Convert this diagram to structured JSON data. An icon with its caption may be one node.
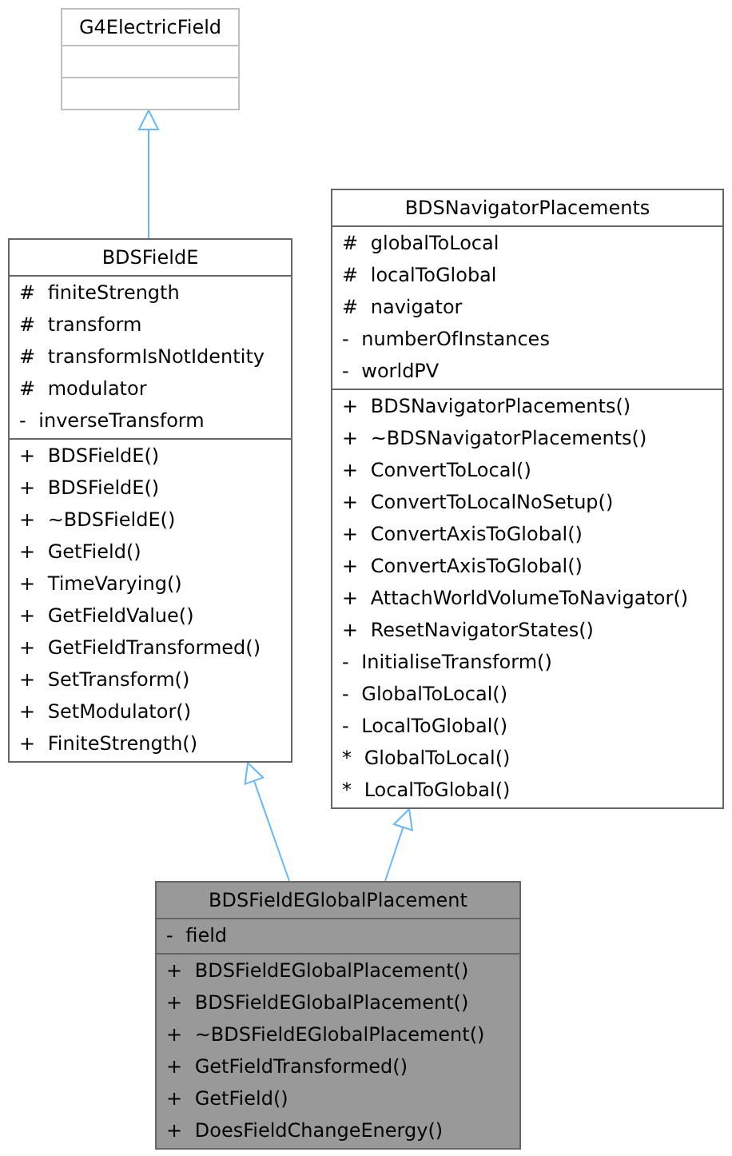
{
  "diagram": {
    "nodes": [
      {
        "text": [
          "G4ElectricField"
        ]
      },
      {
        "text": [],
        "shape": "box",
        "in": 0
      },
      {
        "text": [],
        "shape": "box",
        "in": 0
      },
      {
        "text": [
          "BDSFieldE"
        ]
      },
      {
        "text": [
          "# finiteStrength",
          "# transform",
          "# transformIsNotIdentity",
          "# modulator",
          "- inverseTransform"
        ],
        "in": 3
      },
      {
        "text": [
          "+ BDSFieldE()",
          "+ BDSFieldE()",
          "+ ~BDSFieldE()",
          "+ GetField()",
          "+ TimeVarying()",
          "+ GetFieldValue()",
          "+ GetFieldTransformed()",
          "+ SetTransform()",
          "+ SetModulator()",
          "+ FiniteStrength()"
        ],
        "in": 3
      },
      {
        "text": [
          "BDSNavigatorPlacements"
        ]
      },
      {
        "text": [
          "# globalToLocal",
          "# localToGlobal",
          "# navigator",
          "- numberOfInstances",
          "- worldPV"
        ],
        "in": 6
      },
      {
        "text": [
          "+ BDSNavigatorPlacements()",
          "+ ~BDSNavigatorPlacements()",
          "+ ConvertToLocal()",
          "+ ConvertToLocalNoSetup()",
          "+ ConvertAxisToGlobal()",
          "+ ConvertAxisToGlobal()",
          "+ AttachWorldVolumeToNavigator()",
          "+ ResetNavigatorStates()",
          "- InitialiseTransform()",
          "- GlobalToLocal()",
          "- LocalToGlobal()",
          "* GlobalToLocal()",
          "* LocalToGlobal()"
        ],
        "in": 6
      },
      {
        "text": [
          "BDSFieldEGlobalPlacement"
        ]
      },
      {
        "text": [
          "- field"
        ],
        "in": 9
      },
      {
        "text": [
          "+ BDSFieldEGlobalPlacement()",
          "+ BDSFieldEGlobalPlacement()",
          "+ ~BDSFieldEGlobalPlacement()",
          "+ GetFieldTransformed()",
          "+ GetField()",
          "+ DoesFieldChangeEnergy()"
        ],
        "in": 9
      }
    ],
    "edges": [
      {
        "from": 3,
        "to": 0,
        "arrow": "to"
      },
      {
        "from": 9,
        "to": 3,
        "arrow": "to"
      },
      {
        "from": 9,
        "to": 6,
        "arrow": "to"
      }
    ]
  }
}
